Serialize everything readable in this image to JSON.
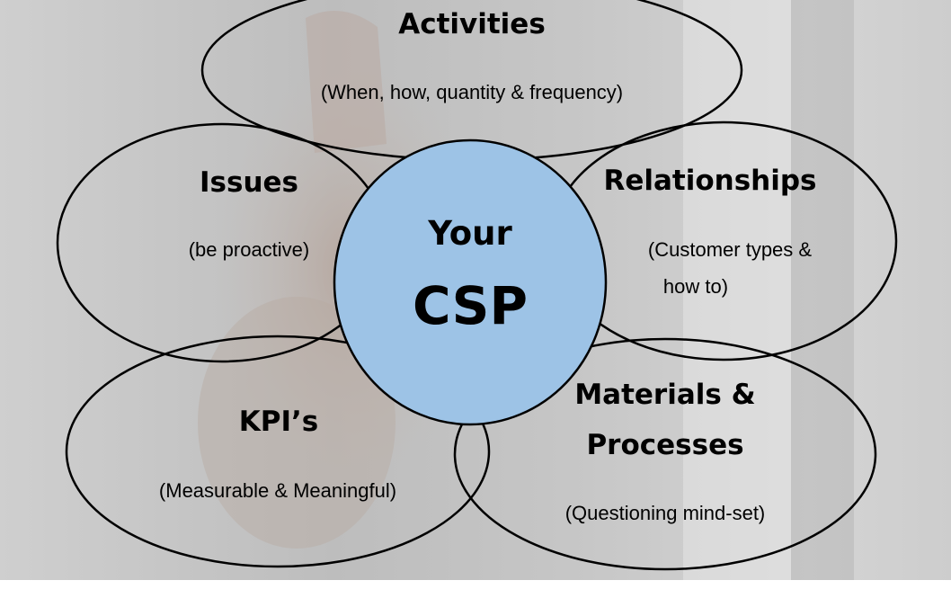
{
  "center": {
    "line1": "Your",
    "line2": "CSP",
    "fill_color": "#9dc3e6"
  },
  "petals": {
    "activities": {
      "title": "Activities",
      "subtitle": "(When, how, quantity & frequency)"
    },
    "issues": {
      "title": "Issues",
      "subtitle": "(be proactive)"
    },
    "relationships": {
      "title": "Relationships",
      "subtitle_line1": "(Customer types &",
      "subtitle_line2": "how to)"
    },
    "kpis": {
      "title": "KPI’s",
      "subtitle": "(Measurable & Meaningful)"
    },
    "materials": {
      "title_line1": "Materials &",
      "title_line2": "Processes",
      "subtitle": "(Questioning mind-set)"
    }
  },
  "colors": {
    "background_photo_tone": "#c9c9c9",
    "outline": "#000000"
  }
}
